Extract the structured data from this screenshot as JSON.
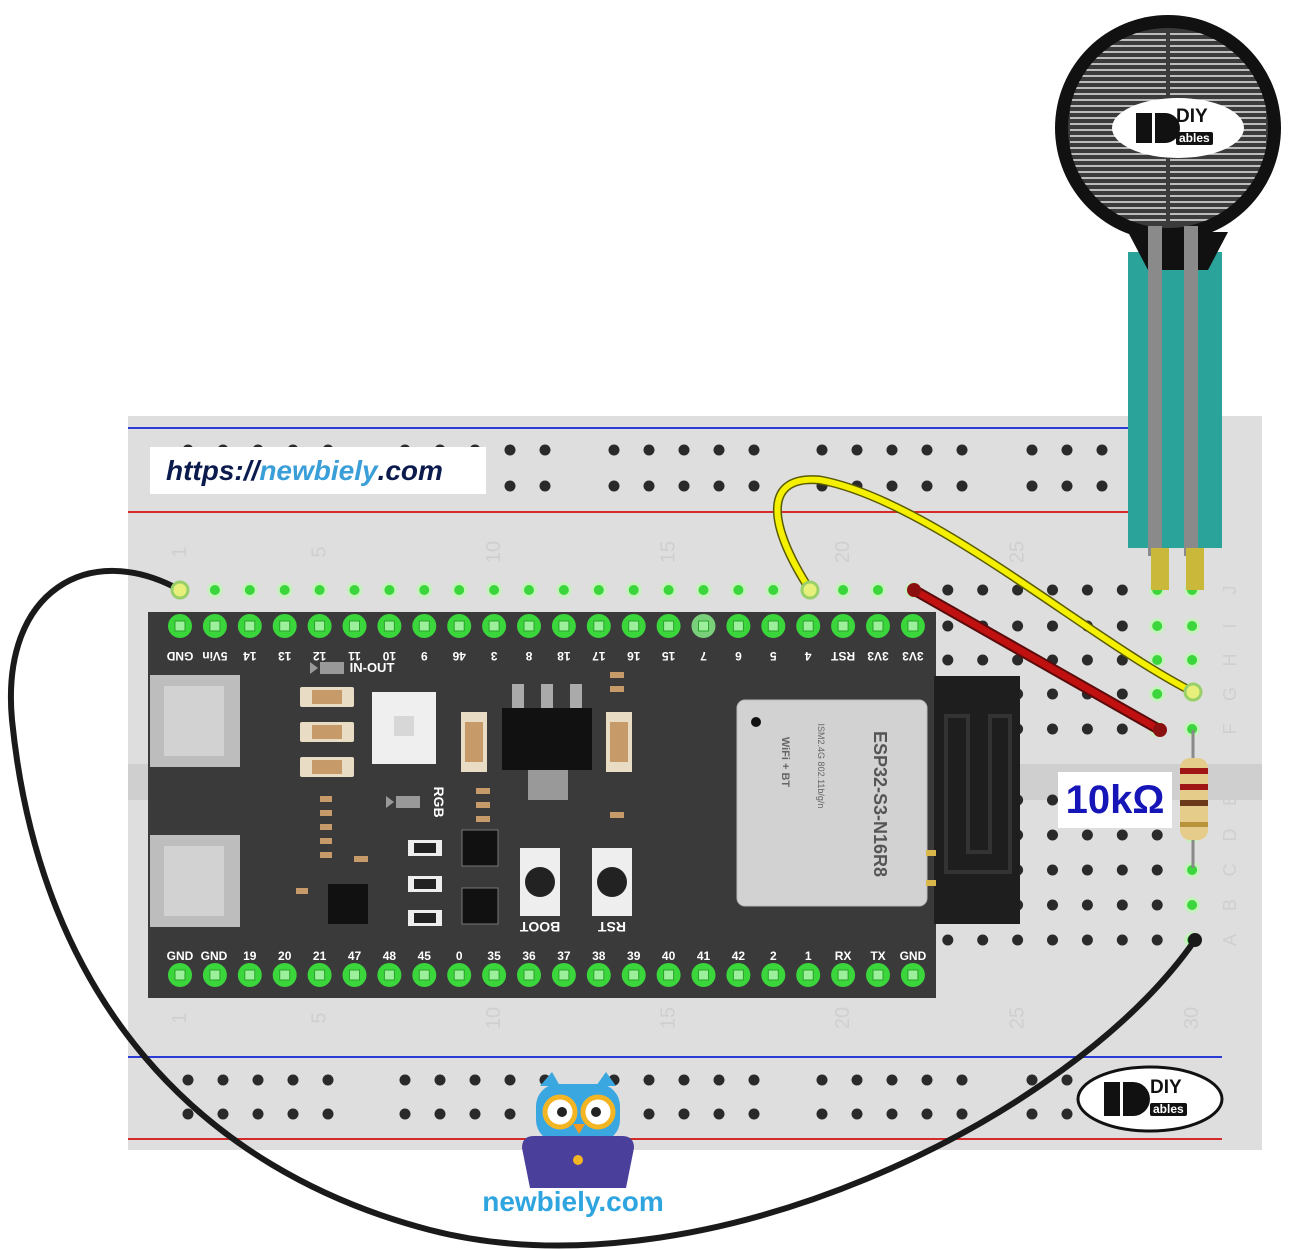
{
  "url_badge": {
    "prefix": "https://",
    "name": "newbiely",
    "suffix": ".com"
  },
  "resistor_label": "10kΩ",
  "brand_text": "newbiely.com",
  "logo": {
    "top": "DIY",
    "sub": "ables"
  },
  "board": {
    "module_title": "ESP32-S3-N16R8",
    "module_sub1": "ISM2.4G 802.11b/g/n",
    "module_sub2": "WiFi + BT",
    "top_pins": [
      "GND",
      "5Vin",
      "14",
      "13",
      "12",
      "11",
      "10",
      "9",
      "46",
      "3",
      "8",
      "18",
      "17",
      "16",
      "15",
      "7",
      "6",
      "5",
      "4",
      "RST",
      "3V3",
      "3V3"
    ],
    "bottom_pins": [
      "GND",
      "GND",
      "19",
      "20",
      "21",
      "47",
      "48",
      "45",
      "0",
      "35",
      "36",
      "37",
      "38",
      "39",
      "40",
      "41",
      "42",
      "2",
      "1",
      "RX",
      "TX",
      "GND"
    ],
    "label_in_out": "IN-OUT",
    "label_rgb": "RGB",
    "label_boot": "BOOT",
    "label_rst": "RST"
  },
  "breadboard": {
    "column_numbers_top": [
      "1",
      "5",
      "10",
      "15",
      "20",
      "25"
    ],
    "column_numbers_bottom": [
      "1",
      "5",
      "10",
      "15",
      "20",
      "25",
      "30"
    ],
    "row_letters": [
      "J",
      "I",
      "H",
      "G",
      "F",
      "E",
      "D",
      "C",
      "B",
      "A"
    ]
  },
  "wire_colors": {
    "gnd": "#1a1a1a",
    "power": "#c01010",
    "signal": "#f4f000"
  }
}
